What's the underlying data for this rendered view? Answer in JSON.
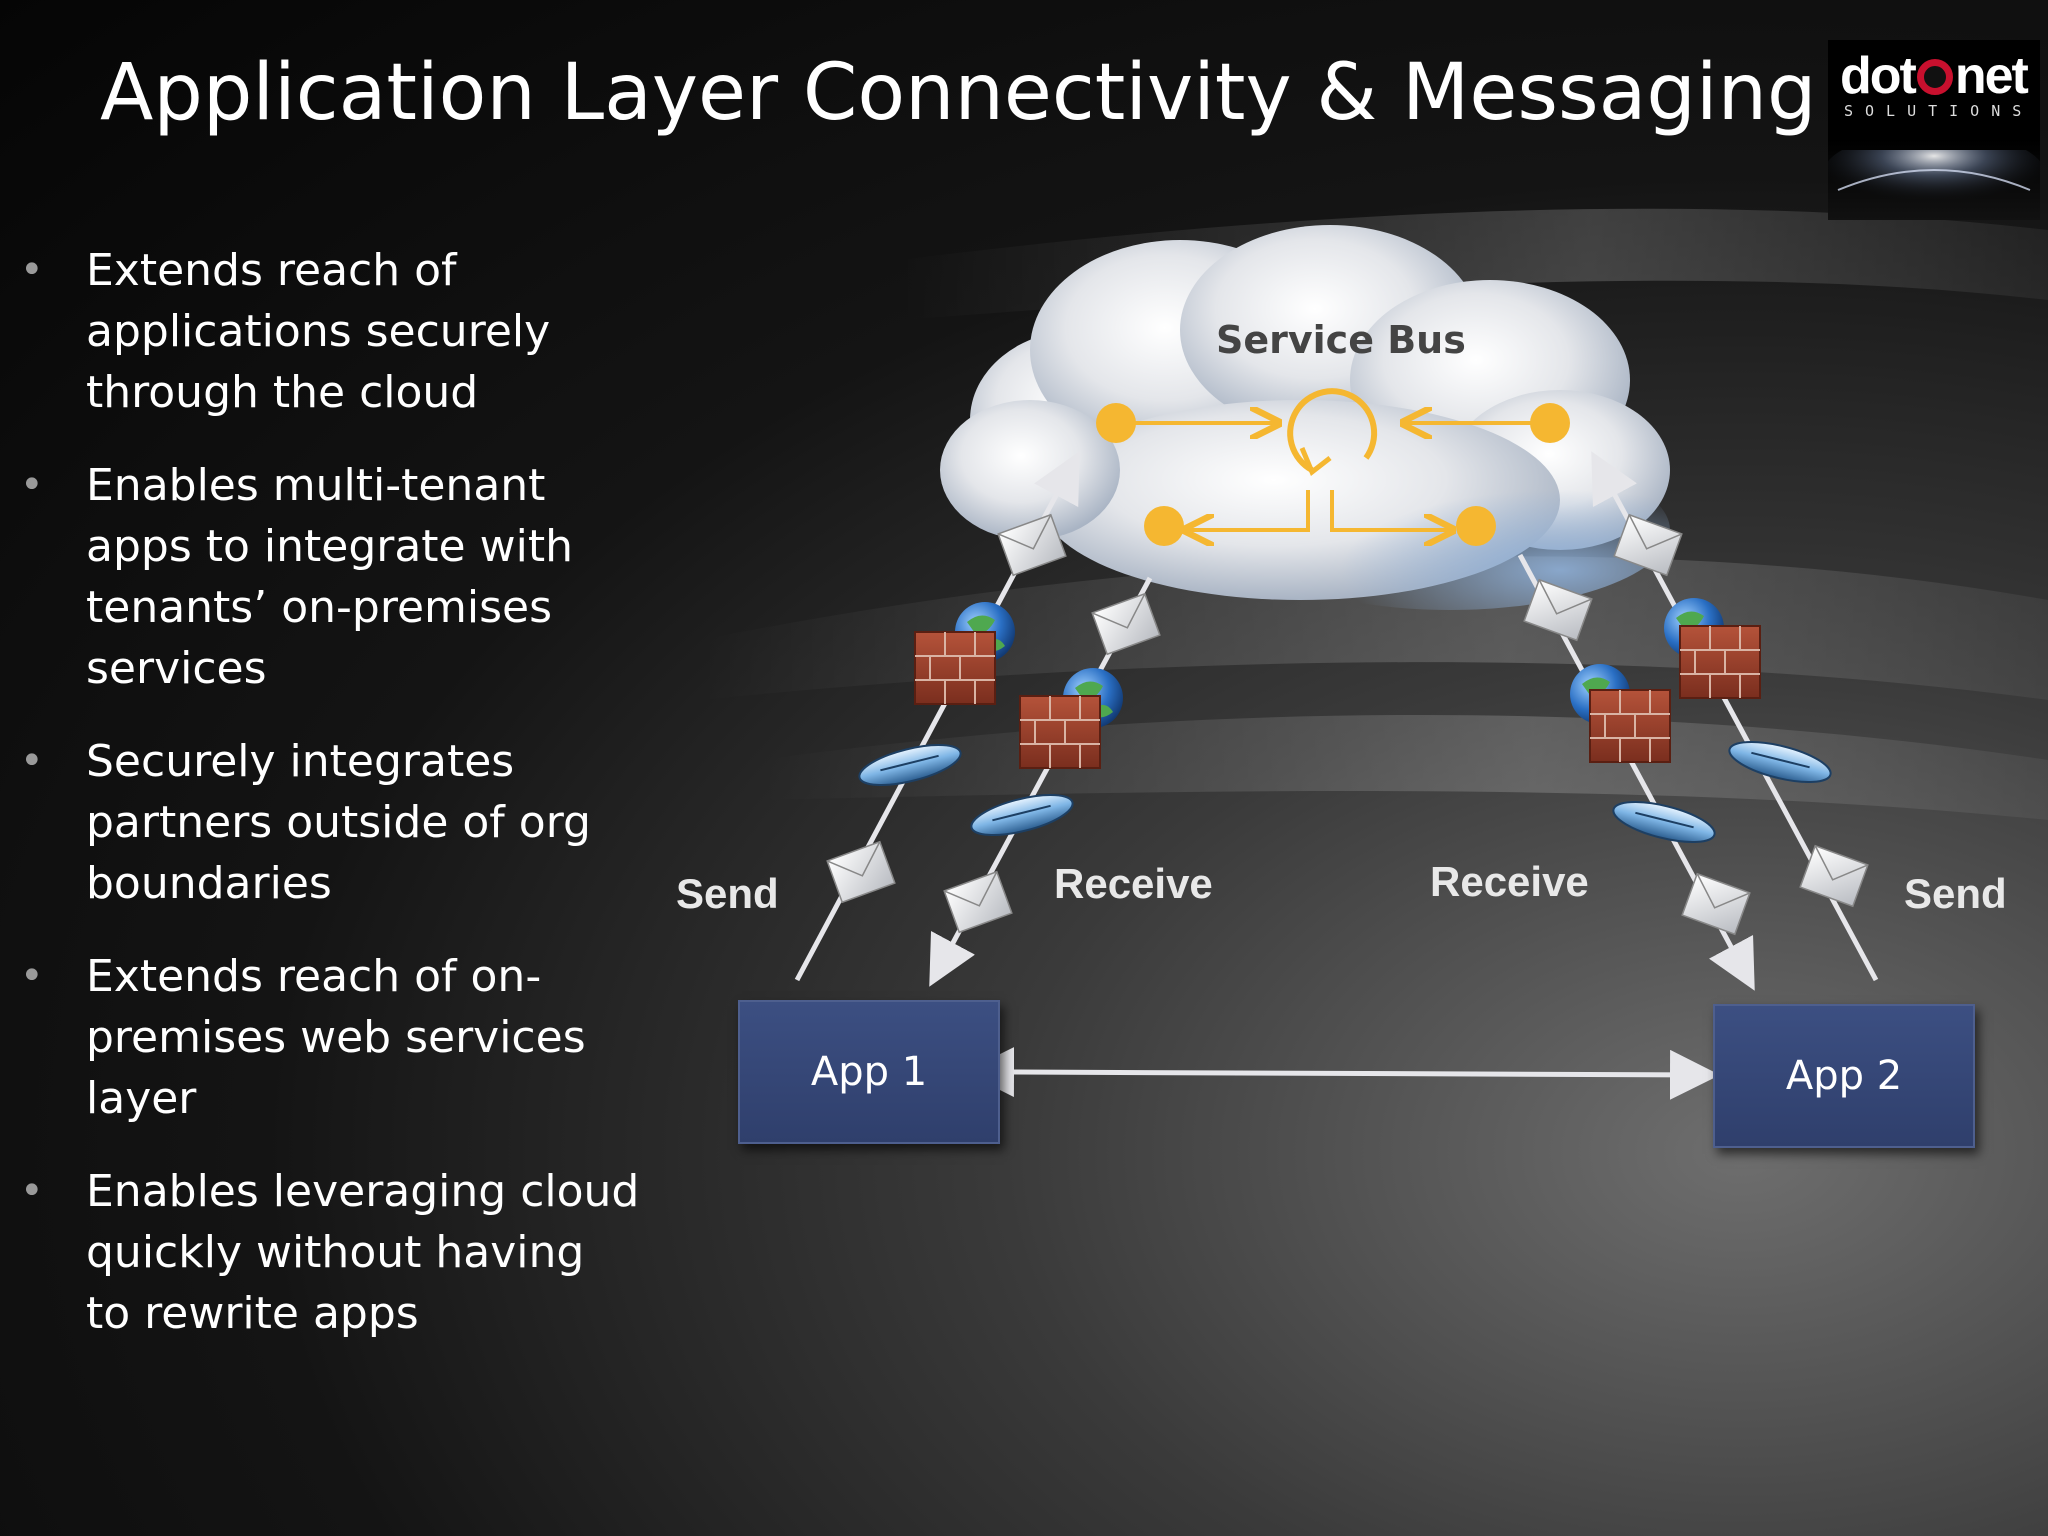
{
  "slide": {
    "title": "Application Layer Connectivity & Messaging"
  },
  "logo": {
    "word_left": "dot",
    "word_right": "net",
    "subtitle": "SOLUTIONS"
  },
  "bullets": [
    "Extends reach of applications securely through the cloud",
    "Enables multi-tenant apps to integrate with tenants’ on-premises services",
    "Securely integrates partners outside of org boundaries",
    "Extends reach of on-premises web services layer",
    "Enables leveraging cloud quickly without having to rewrite apps"
  ],
  "diagram": {
    "cloud_label": "Service Bus",
    "left_send_label": "Send",
    "left_receive_label": "Receive",
    "right_receive_label": "Receive",
    "right_send_label": "Send",
    "app1_label": "App 1",
    "app2_label": "App 2"
  },
  "colors": {
    "service_bus_accent": "#f5b731",
    "app_box": "#34467a",
    "connector": "#e6e6ea"
  }
}
